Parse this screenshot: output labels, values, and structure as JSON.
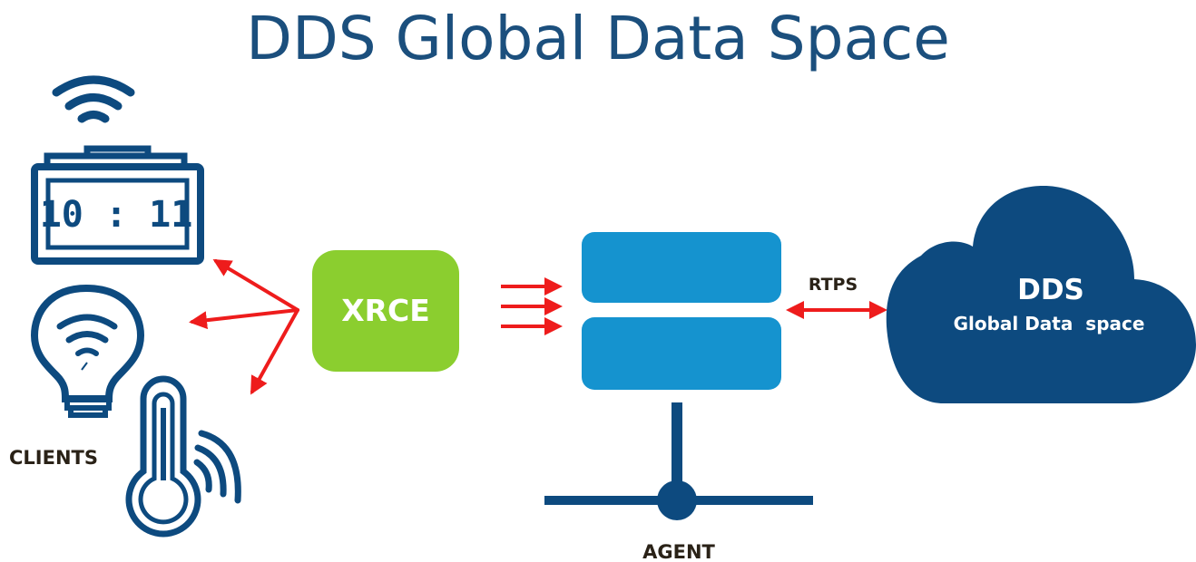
{
  "title": "DDS Global Data Space",
  "clock_time": "10 : 11",
  "clients_label": "CLIENTS",
  "xrce_label": "XRCE",
  "agent_label": "AGENT",
  "rtps_label": "RTPS",
  "cloud": {
    "line1": "DDS",
    "line2": "Global Data  space"
  },
  "colors": {
    "navy": "#0d4a7f",
    "title_blue": "#1b4f7d",
    "xrce_green": "#8bce2f",
    "server_blue": "#1593cf",
    "arrow_red": "#ee1c1c",
    "text_dark": "#2a2217"
  },
  "icons": [
    "wifi-icon",
    "alarm-clock-icon",
    "light-bulb-icon",
    "thermometer-icon",
    "server-icon",
    "network-node-icon",
    "cloud-icon"
  ]
}
